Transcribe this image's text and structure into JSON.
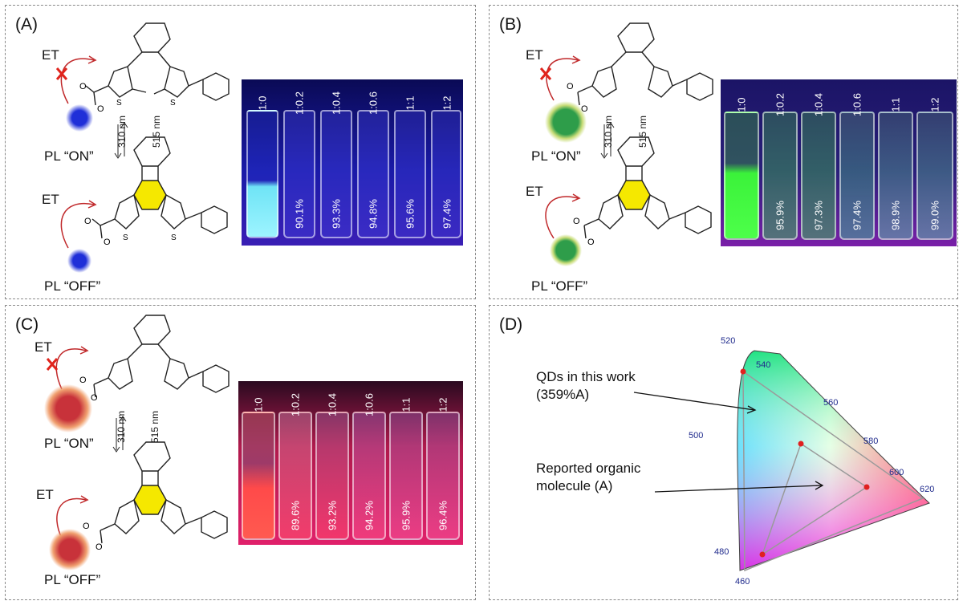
{
  "panels": [
    {
      "label": "(A)",
      "on_text": "PL “ON”",
      "off_text": "PL “OFF”",
      "et_label": "ET",
      "wavelength_1": "310 nm",
      "wavelength_2": "515 nm",
      "dot_color": "#1f2fd8",
      "ratios": [
        "1:0",
        "1:0.2",
        "1:0.4",
        "1:0.6",
        "1:1",
        "1:2"
      ],
      "efficiencies": [
        "",
        "90.1%",
        "93.3%",
        "94.8%",
        "95.6%",
        "97.4%"
      ],
      "photo_bg": "#1a1aa8",
      "first_vial": "#6fe4f6"
    },
    {
      "label": "(B)",
      "on_text": "PL “ON”",
      "off_text": "PL “OFF”",
      "et_label": "ET",
      "wavelength_1": "310 nm",
      "wavelength_2": "515 nm",
      "dot_color": "#2e9d4a",
      "ratios": [
        "1:0",
        "1:0.2",
        "1:0.4",
        "1:0.6",
        "1:1",
        "1:2"
      ],
      "efficiencies": [
        "",
        "95.9%",
        "97.3%",
        "97.4%",
        "98.9%",
        "99.0%"
      ],
      "photo_bg": "#2a1f7a",
      "first_vial": "#3bf23a"
    },
    {
      "label": "(C)",
      "on_text": "PL “ON”",
      "off_text": "PL “OFF”",
      "et_label": "ET",
      "wavelength_1": "310 nm",
      "wavelength_2": "515 nm",
      "dot_color": "#c8323a",
      "ratios": [
        "1:0",
        "1:0.2",
        "1:0.4",
        "1:0.6",
        "1:1",
        "1:2"
      ],
      "efficiencies": [
        "",
        "89.6%",
        "93.2%",
        "94.2%",
        "95.9%",
        "96.4%"
      ],
      "photo_bg": "#b01a4c",
      "first_vial": "#ff4a4a"
    }
  ],
  "cie": {
    "label": "(D)",
    "annotation_1_line1": "QDs in this work",
    "annotation_1_line2": "(359%A)",
    "annotation_2_line1": "Reported organic",
    "annotation_2_line2": "molecule (A)",
    "wavelength_ticks": [
      "520",
      "540",
      "560",
      "580",
      "600",
      "620",
      "500",
      "480",
      "460"
    ]
  },
  "colors": {
    "et_arrow": "#c0282a",
    "cross": "#e0241c",
    "highlight": "#f5e800",
    "wl_tick": "#1f2a8c"
  }
}
